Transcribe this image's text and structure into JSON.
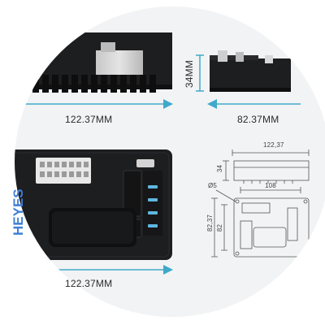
{
  "dimensions": {
    "width_top": "122.37MM",
    "depth_right": "82.37MM",
    "height_label": "34MM",
    "width_bottom": "122.37MM"
  },
  "product": {
    "brand": "HEYES"
  },
  "drawing": {
    "width": "122,37",
    "height": "34",
    "inner_width": "108",
    "hole": "Ø5",
    "depth": "82,37",
    "inner_depth": "82"
  },
  "colors": {
    "background": "#f2f3f4",
    "arrow": "#3fa9c9",
    "device_body": "#1d1e20",
    "brand_blue": "#3f7fd6",
    "led_blue": "#5fb6e0"
  }
}
